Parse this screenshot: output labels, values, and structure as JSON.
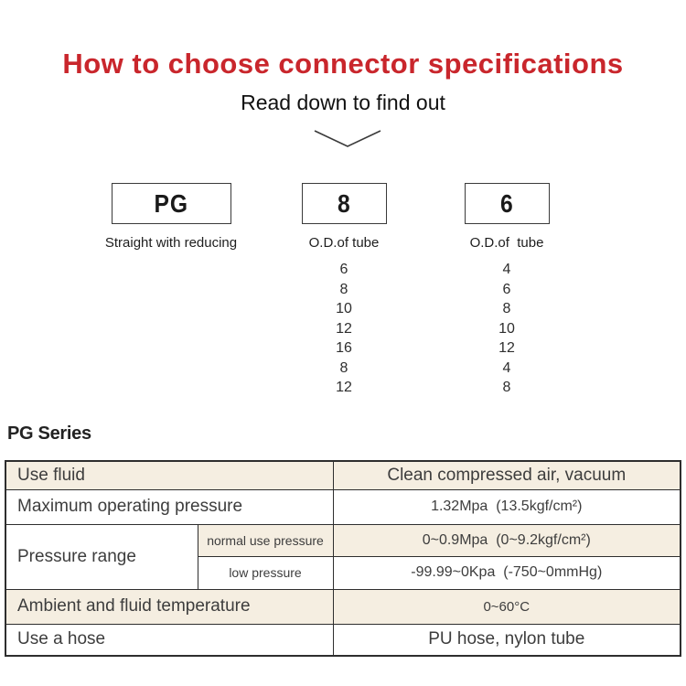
{
  "header": {
    "title": "How to choose connector specifications",
    "subtitle": "Read down to find out"
  },
  "code_breakdown": {
    "segments": [
      {
        "code": "PG",
        "label": "Straight with reducing",
        "options": []
      },
      {
        "code": "8",
        "label": "O.D.of tube",
        "options": [
          "6",
          "8",
          "10",
          "12",
          "16",
          "8",
          "12"
        ]
      },
      {
        "code": "6",
        "label": "O.D.of  tube",
        "options": [
          "4",
          "6",
          "8",
          "10",
          "12",
          "4",
          "8"
        ]
      }
    ]
  },
  "series_section": {
    "heading": "PG Series",
    "table": {
      "rows": [
        {
          "label": "Use fluid",
          "value": "Clean compressed air, vacuum"
        },
        {
          "label": "Maximum operating pressure",
          "value": "1.32Mpa  (13.5kgf/cm²)"
        },
        {
          "label": "Pressure range",
          "sub_rows": [
            {
              "label": "normal use pressure",
              "value": "0~0.9Mpa  (0~9.2kgf/cm²)"
            },
            {
              "label": "low pressure",
              "value": "-99.99~0Kpa  (-750~0mmHg)"
            }
          ]
        },
        {
          "label": "Ambient and fluid temperature",
          "value": "0~60°C"
        },
        {
          "label": "Use a hose",
          "value": "PU hose, nylon tube"
        }
      ]
    }
  },
  "colors": {
    "accent_red": "#c9262c",
    "row_beige": "#f5eee1",
    "border_dark": "#2e2e2e"
  },
  "icons": {
    "chevron_down": "chevron-down-icon"
  }
}
